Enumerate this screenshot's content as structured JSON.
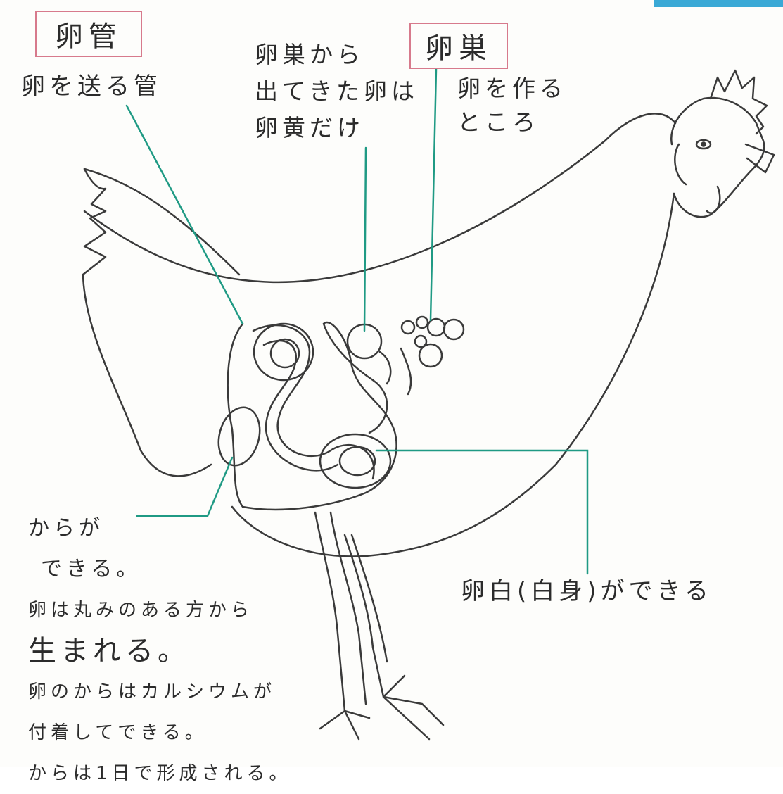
{
  "labels": {
    "oviduct_term": "卵管",
    "oviduct_desc": "卵を送る管",
    "ovary_term": "卵巣",
    "ovary_desc": [
      "卵を作る",
      "ところ"
    ],
    "yolk_note": [
      "卵巣から",
      "出てきた卵は",
      "卵黄だけ"
    ],
    "shell_note": [
      "からが",
      "できる。",
      "卵は丸みのある方から",
      "生まれる。",
      "卵のからはカルシウムが",
      "付着してできる。",
      "からは1日で形成される。"
    ],
    "albumen_note": "卵白(白身)ができる"
  },
  "colors": {
    "leader_line": "#1f9a84",
    "box_border": "#d77a8c",
    "ink": "#2b2b2b",
    "accent_band": "#3aa9d6"
  }
}
